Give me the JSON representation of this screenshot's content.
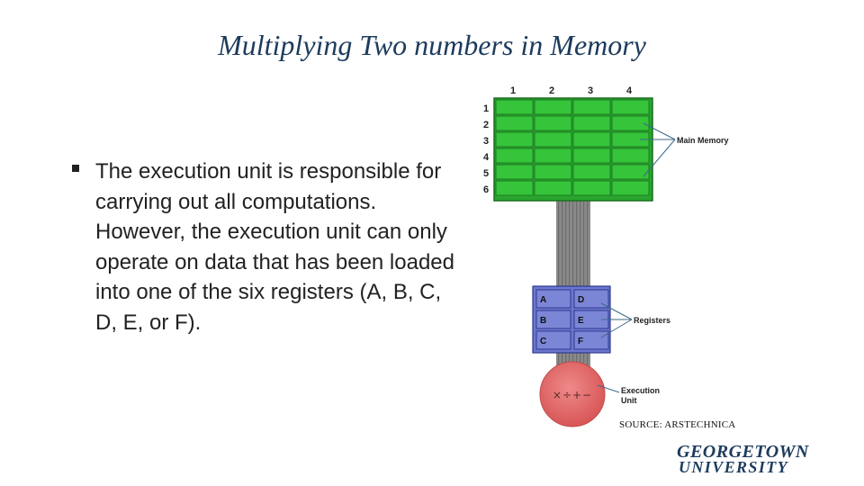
{
  "slide": {
    "title": "Multiplying Two numbers in Memory",
    "bullet": "The execution unit is responsible for carrying out all computations. However, the execution unit can only operate on data that has been loaded into one of the six registers (A, B, C, D, E, or F).",
    "source": "SOURCE: ARSTECHNICA",
    "logo_line1": "GEORGETOWN",
    "logo_line2": "UNIVERSITY"
  },
  "diagram": {
    "column_numbers": [
      "1",
      "2",
      "3",
      "4"
    ],
    "row_numbers": [
      "1",
      "2",
      "3",
      "4",
      "5",
      "6"
    ],
    "memory_label": "Main Memory",
    "registers": [
      "A",
      "D",
      "B",
      "E",
      "C",
      "F"
    ],
    "registers_label": "Registers",
    "execution_symbols": "×÷+−",
    "execution_label_line1": "Execution",
    "execution_label_line2": "Unit",
    "colors": {
      "memory": "#35c43a",
      "memory_border": "#1a6e1e",
      "bus": "#8a8a8a",
      "registers": "#7b86d6",
      "register_border": "#2e3a8c",
      "execution_unit": "#e36a6a"
    }
  }
}
